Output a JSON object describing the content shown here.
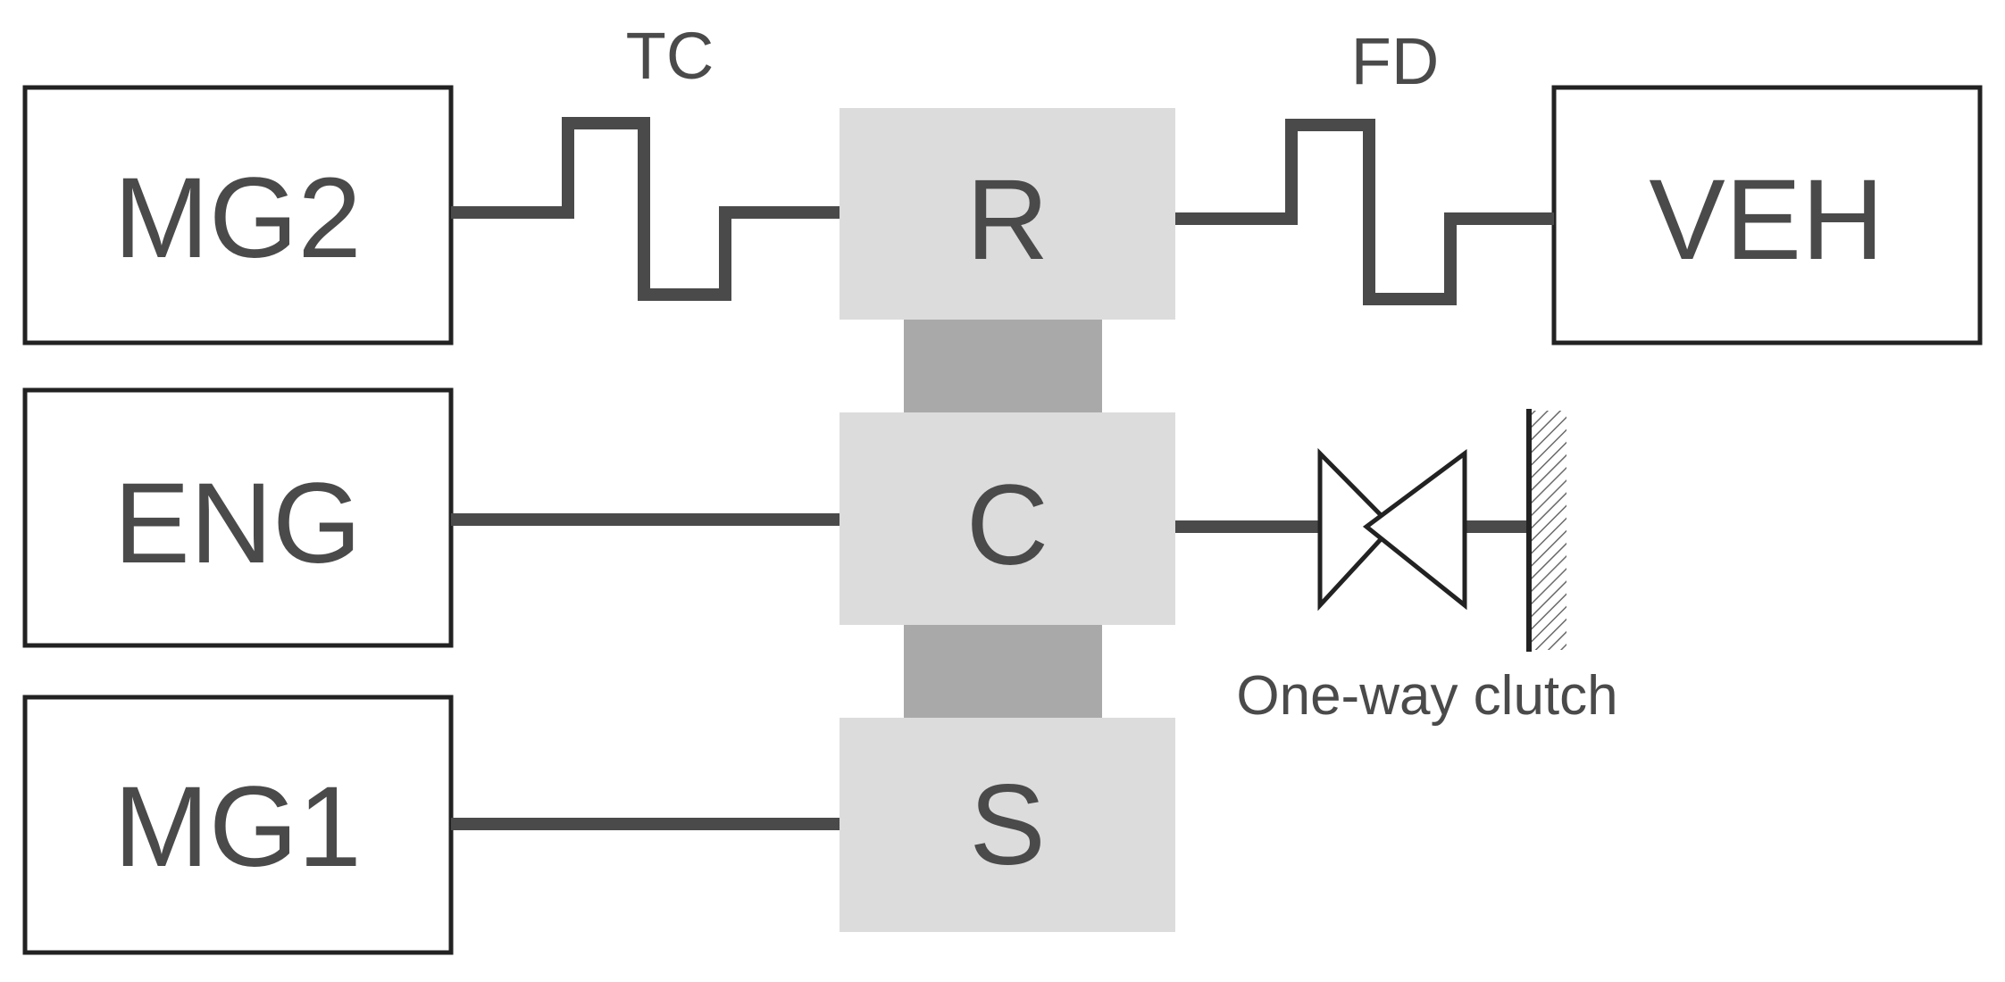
{
  "colors": {
    "line": "#4a4a4a",
    "box_border": "#222222",
    "gear_fill": "#dcdcdc",
    "connector_fill": "#a9a9a9",
    "text": "#4a4a4a"
  },
  "boxes": {
    "mg2": "MG2",
    "eng": "ENG",
    "mg1": "MG1",
    "veh": "VEH"
  },
  "gears": {
    "ring": "R",
    "carrier": "C",
    "sun": "S"
  },
  "labels": {
    "tc": "TC",
    "fd": "FD",
    "clutch": "One-way clutch"
  }
}
